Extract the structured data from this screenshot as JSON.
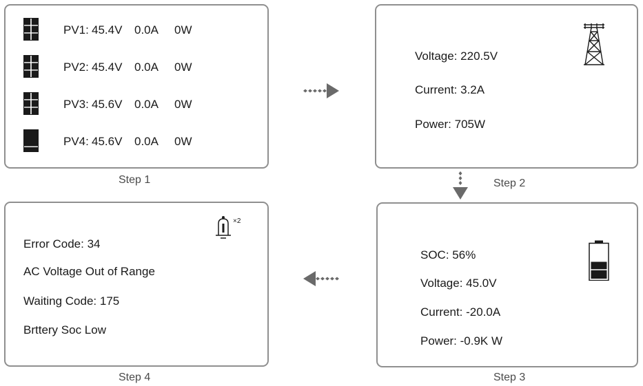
{
  "step1": {
    "caption": "Step 1",
    "rows": [
      {
        "label": "PV1:",
        "voltage": "45.4V",
        "current": "0.0A",
        "power": "0W"
      },
      {
        "label": "PV2:",
        "voltage": "45.4V",
        "current": "0.0A",
        "power": "0W"
      },
      {
        "label": "PV3:",
        "voltage": "45.6V",
        "current": "0.0A",
        "power": "0W"
      },
      {
        "label": "PV4:",
        "voltage": "45.6V",
        "current": "0.0A",
        "power": "0W"
      }
    ]
  },
  "step2": {
    "caption": "Step 2",
    "voltage": "Voltage: 220.5V",
    "current": "Current: 3.2A",
    "power": "Power: 705W"
  },
  "step3": {
    "caption": "Step 3",
    "soc": "SOC: 56%",
    "voltage": "Voltage: 45.0V",
    "current": "Current: -20.0A",
    "power": "Power: -0.9K W",
    "battery_level": 0.5
  },
  "step4": {
    "caption": "Step 4",
    "error_code": "Error Code: 34",
    "error_text": "AC Voltage Out of Range",
    "waiting_code": "Waiting Code: 175",
    "waiting_text": "Brttery Soc Low",
    "alarm_count": "×2"
  },
  "colors": {
    "border": "#8f8f8f",
    "icon": "#1a1a1a",
    "arrow": "#6a6a6a"
  }
}
